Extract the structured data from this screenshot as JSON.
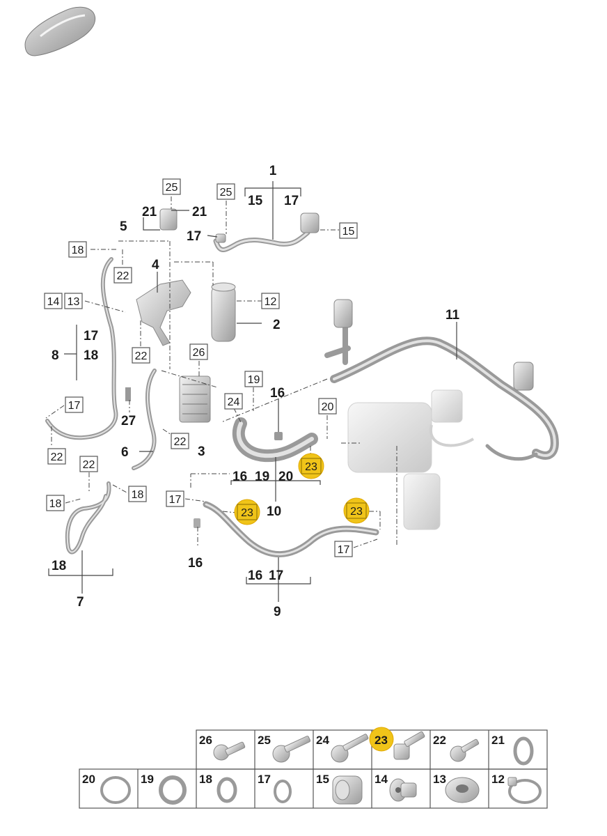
{
  "diagram": {
    "callouts": [
      {
        "id": "c1",
        "text": "1"
      },
      {
        "id": "c2",
        "text": "2"
      },
      {
        "id": "c3",
        "text": "3"
      },
      {
        "id": "c4",
        "text": "4"
      },
      {
        "id": "c5",
        "text": "5"
      },
      {
        "id": "c6",
        "text": "6"
      },
      {
        "id": "c7",
        "text": "7"
      },
      {
        "id": "c8",
        "text": "8"
      },
      {
        "id": "c9",
        "text": "9"
      },
      {
        "id": "c10",
        "text": "10"
      },
      {
        "id": "c11",
        "text": "11"
      },
      {
        "id": "c15a",
        "text": "15"
      },
      {
        "id": "c17a",
        "text": "17"
      },
      {
        "id": "c21a",
        "text": "21"
      },
      {
        "id": "c21b",
        "text": "21"
      },
      {
        "id": "c17b",
        "text": "17"
      },
      {
        "id": "c17c",
        "text": "17"
      },
      {
        "id": "c18c",
        "text": "18"
      },
      {
        "id": "c16a",
        "text": "16"
      },
      {
        "id": "c27",
        "text": "27"
      },
      {
        "id": "c16b",
        "text": "16"
      },
      {
        "id": "c19b",
        "text": "19"
      },
      {
        "id": "c20b",
        "text": "20"
      },
      {
        "id": "c16c",
        "text": "16"
      },
      {
        "id": "c16d",
        "text": "16"
      },
      {
        "id": "c17d",
        "text": "17"
      },
      {
        "id": "c18d",
        "text": "18"
      }
    ],
    "boxed": [
      {
        "id": "b25a",
        "text": "25"
      },
      {
        "id": "b25b",
        "text": "25"
      },
      {
        "id": "b15",
        "text": "15"
      },
      {
        "id": "b18a",
        "text": "18"
      },
      {
        "id": "b22a",
        "text": "22"
      },
      {
        "id": "b14",
        "text": "14"
      },
      {
        "id": "b13",
        "text": "13"
      },
      {
        "id": "b12",
        "text": "12"
      },
      {
        "id": "b22b",
        "text": "22"
      },
      {
        "id": "b26",
        "text": "26"
      },
      {
        "id": "b19",
        "text": "19"
      },
      {
        "id": "b24",
        "text": "24"
      },
      {
        "id": "b20",
        "text": "20"
      },
      {
        "id": "b17a",
        "text": "17"
      },
      {
        "id": "b22c",
        "text": "22"
      },
      {
        "id": "b22d",
        "text": "22"
      },
      {
        "id": "b22e",
        "text": "22"
      },
      {
        "id": "b18b",
        "text": "18"
      },
      {
        "id": "b18c",
        "text": "18"
      },
      {
        "id": "b17b",
        "text": "17"
      },
      {
        "id": "b17c",
        "text": "17"
      }
    ],
    "highlighted": [
      {
        "id": "h1",
        "text": "23"
      },
      {
        "id": "h2",
        "text": "23"
      },
      {
        "id": "h3",
        "text": "23"
      }
    ]
  },
  "parts_table": {
    "row1": [
      "26",
      "25",
      "24",
      "23",
      "22",
      "21"
    ],
    "row2": [
      "20",
      "19",
      "18",
      "17",
      "15",
      "14",
      "13",
      "12"
    ],
    "highlighted_part": "23"
  },
  "colors": {
    "highlight": "#f0c419",
    "part_gray": "#9a9a9a"
  }
}
